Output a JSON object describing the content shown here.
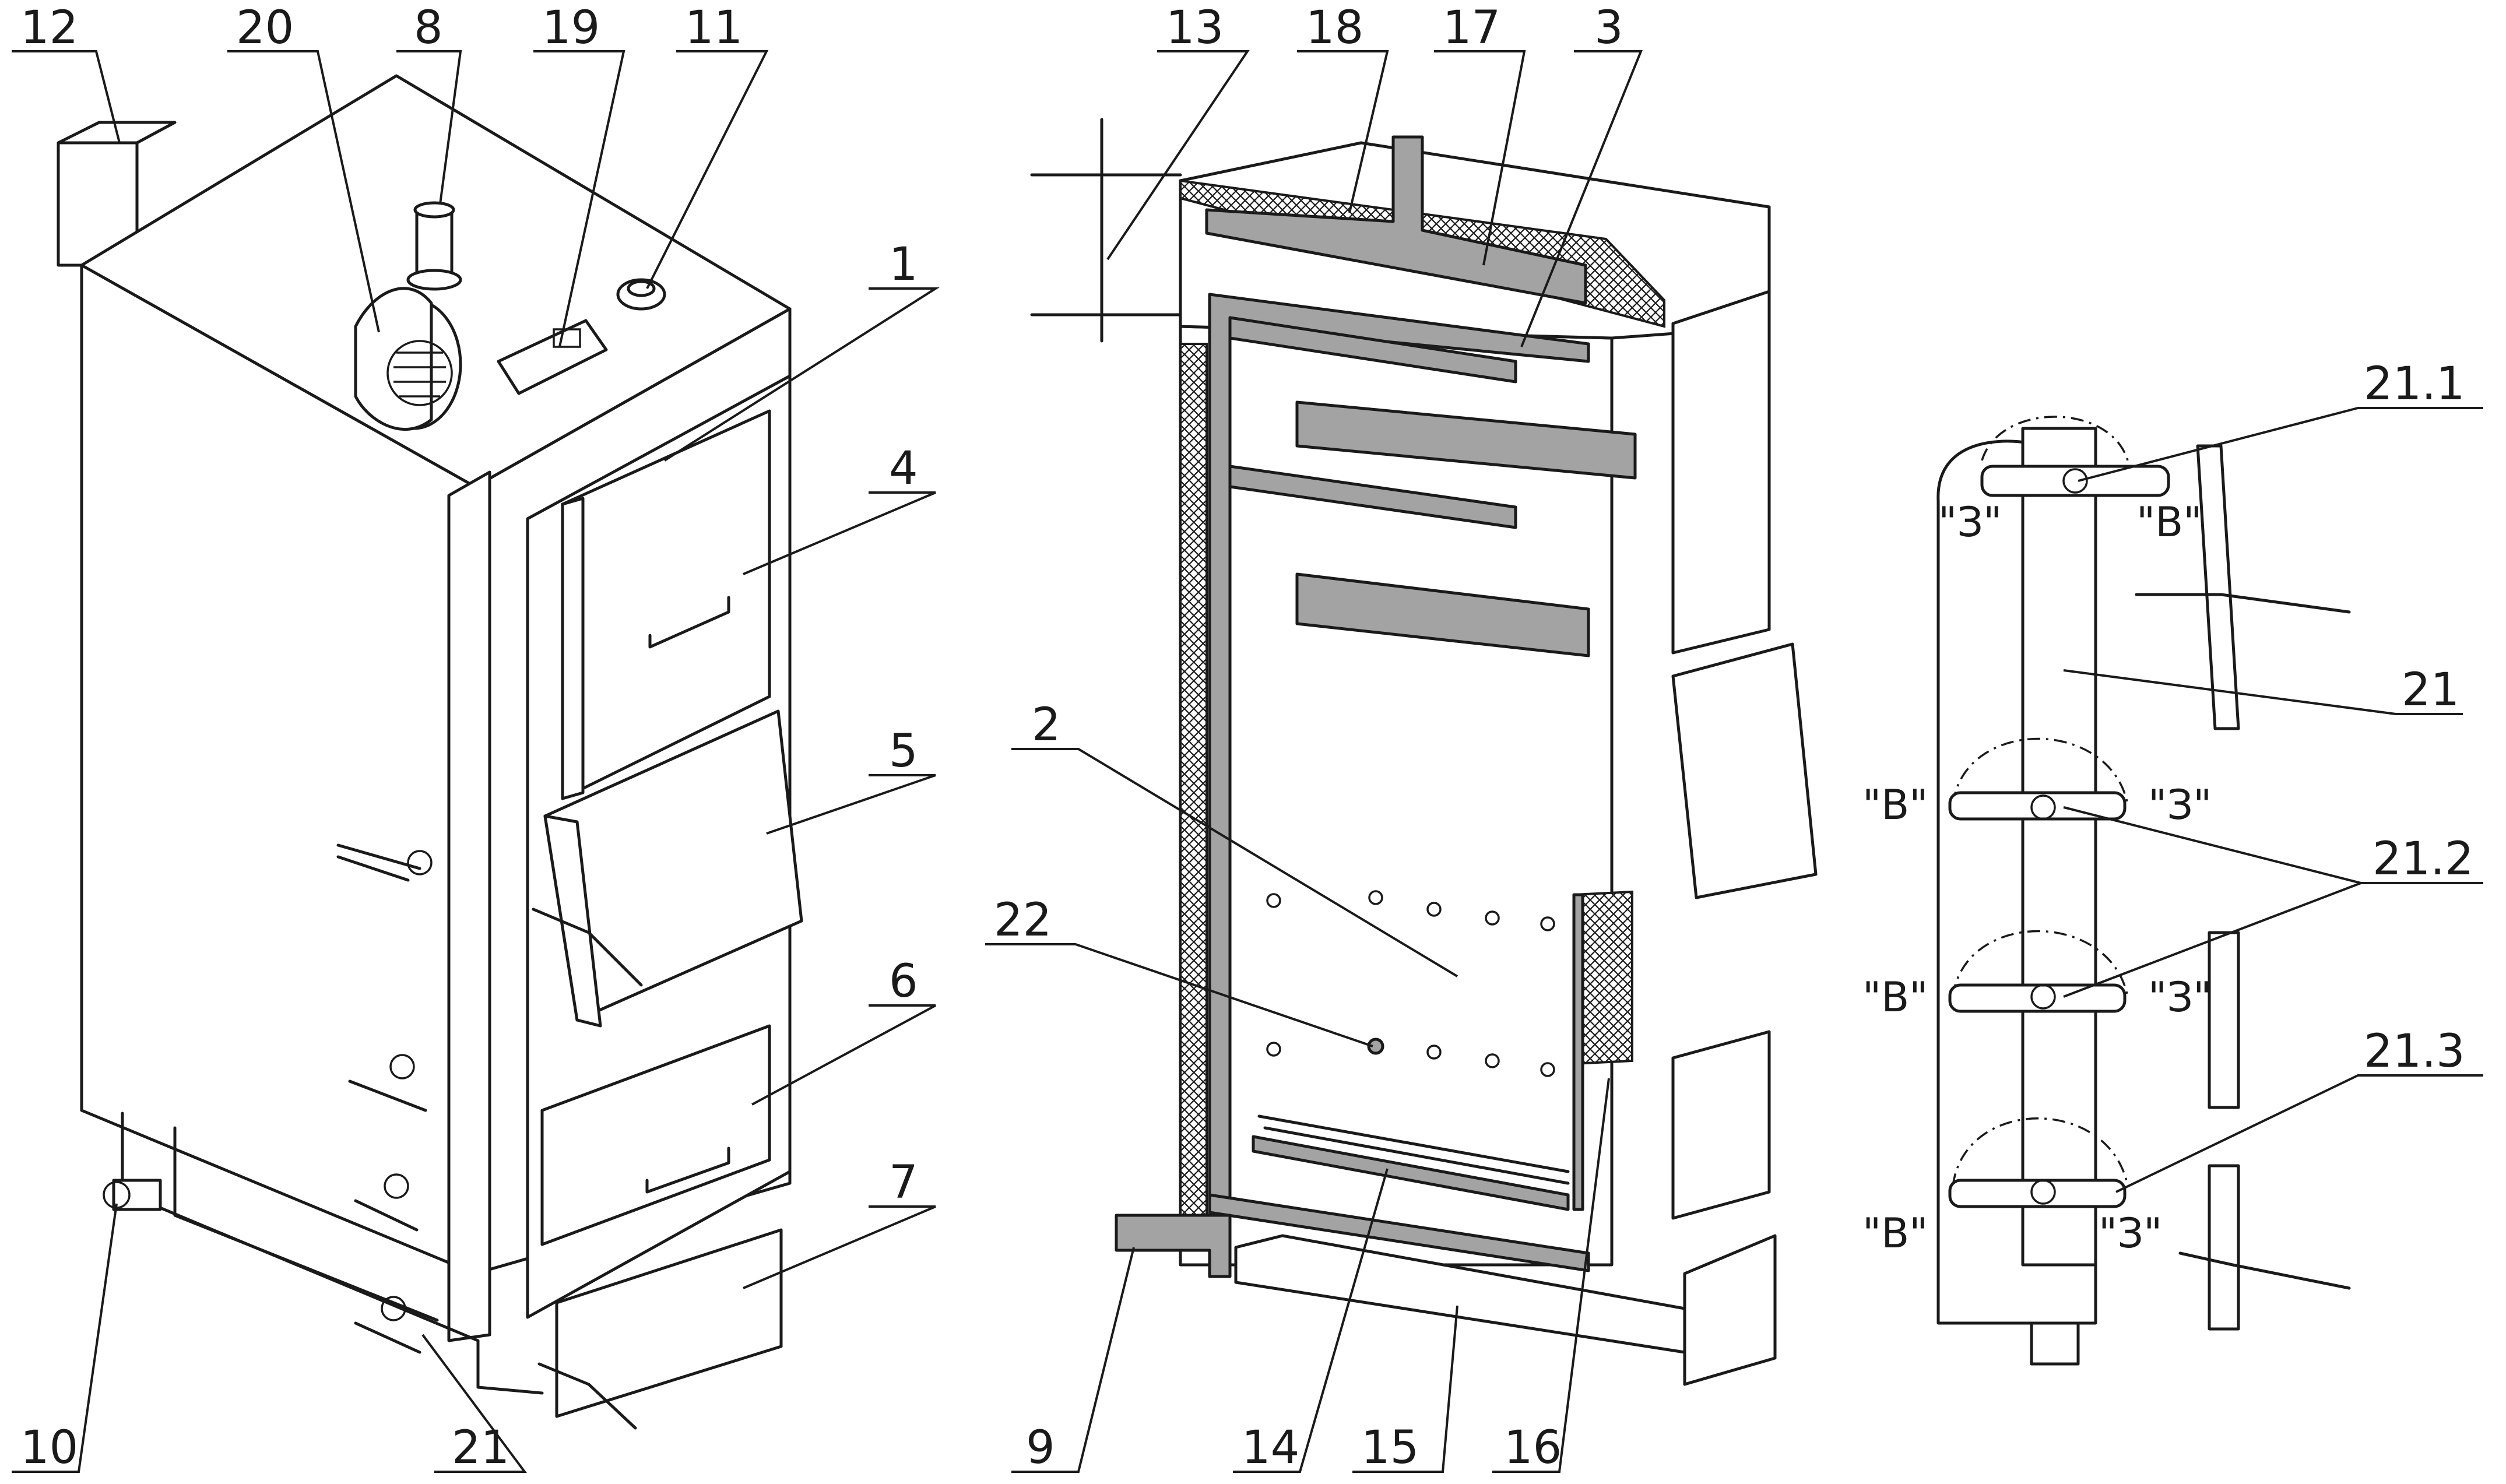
{
  "labels": {
    "n12": "12",
    "n20": "20",
    "n8": "8",
    "n19": "19",
    "n11": "11",
    "n1": "1",
    "n4": "4",
    "n5": "5",
    "n6": "6",
    "n7": "7",
    "n10": "10",
    "n21a": "21",
    "n13": "13",
    "n18": "18",
    "n17": "17",
    "n3": "3",
    "n2": "2",
    "n22": "22",
    "n9": "9",
    "n14": "14",
    "n15": "15",
    "n16": "16",
    "n21_1": "21.1",
    "n21b": "21",
    "n21_2": "21.2",
    "n21_3": "21.3"
  },
  "positions": {
    "z1": "\"З\"",
    "v1": "\"В\"",
    "v2": "\"В\"",
    "z2": "\"З\"",
    "v3": "\"В\"",
    "z3": "\"З\"",
    "v4": "\"В\"",
    "z4": "\"З\""
  }
}
